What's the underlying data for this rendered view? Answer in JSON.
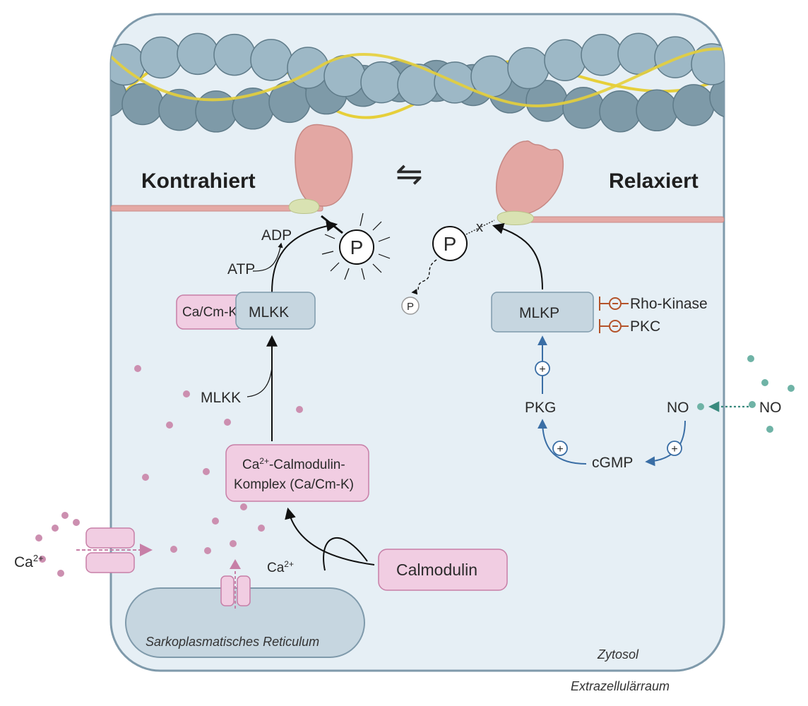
{
  "labels": {
    "contracted": "Kontrahiert",
    "relaxed": "Relaxiert",
    "equilibrium_symbol": "⇋",
    "phosphate": "P",
    "phosphate_free": "P",
    "phosphate_removed": "P",
    "cleave_mark": "x",
    "adp": "ADP",
    "atp": "ATP",
    "ca_cm_k": "Ca/Cm-K",
    "mlkk": "MLKK",
    "mlkk_input": "MLKK",
    "complex_line1_base": "Ca",
    "complex_line1_sup": "2+",
    "complex_line1_rest": "-Calmodulin-",
    "complex_line2": "Komplex (Ca/Cm-K)",
    "calmodulin": "Calmodulin",
    "ca_left_base": "Ca",
    "ca_left_sup": "2+",
    "ca_arrow_base": "Ca",
    "ca_arrow_sup": "2+",
    "sr": "Sarkoplasmatisches Reticulum",
    "mlkp": "MLKP",
    "rho_kinase": "Rho-Kinase",
    "pkc": "PKC",
    "pkg": "PKG",
    "no_inside": "NO",
    "no_outside": "NO",
    "cgmp": "cGMP",
    "plus": "+",
    "minus": "−",
    "cytosol": "Zytosol",
    "extracellular": "Extrazellulärraum"
  },
  "colors": {
    "cell_fill": "#e6eff5",
    "cell_border": "#7f9aab",
    "actin_bead": "#9db8c6",
    "actin_bead_dark": "#7e9aa8",
    "tropomyosin": "#e6cf3a",
    "myosin_head": "#e3a7a3",
    "myosin_filament": "#e4a9a5",
    "light_chain": "#d9e2b2",
    "calcium": "#cc8fb0",
    "pink_box": "#f1cde2",
    "pink_box_border": "#c77fa7",
    "grey_box": "#c6d6e0",
    "grey_box_border": "#7f9aab",
    "blue_path": "#3a6ea5",
    "no_dot": "#6fb3a6",
    "inhibit": "#b4532a"
  }
}
